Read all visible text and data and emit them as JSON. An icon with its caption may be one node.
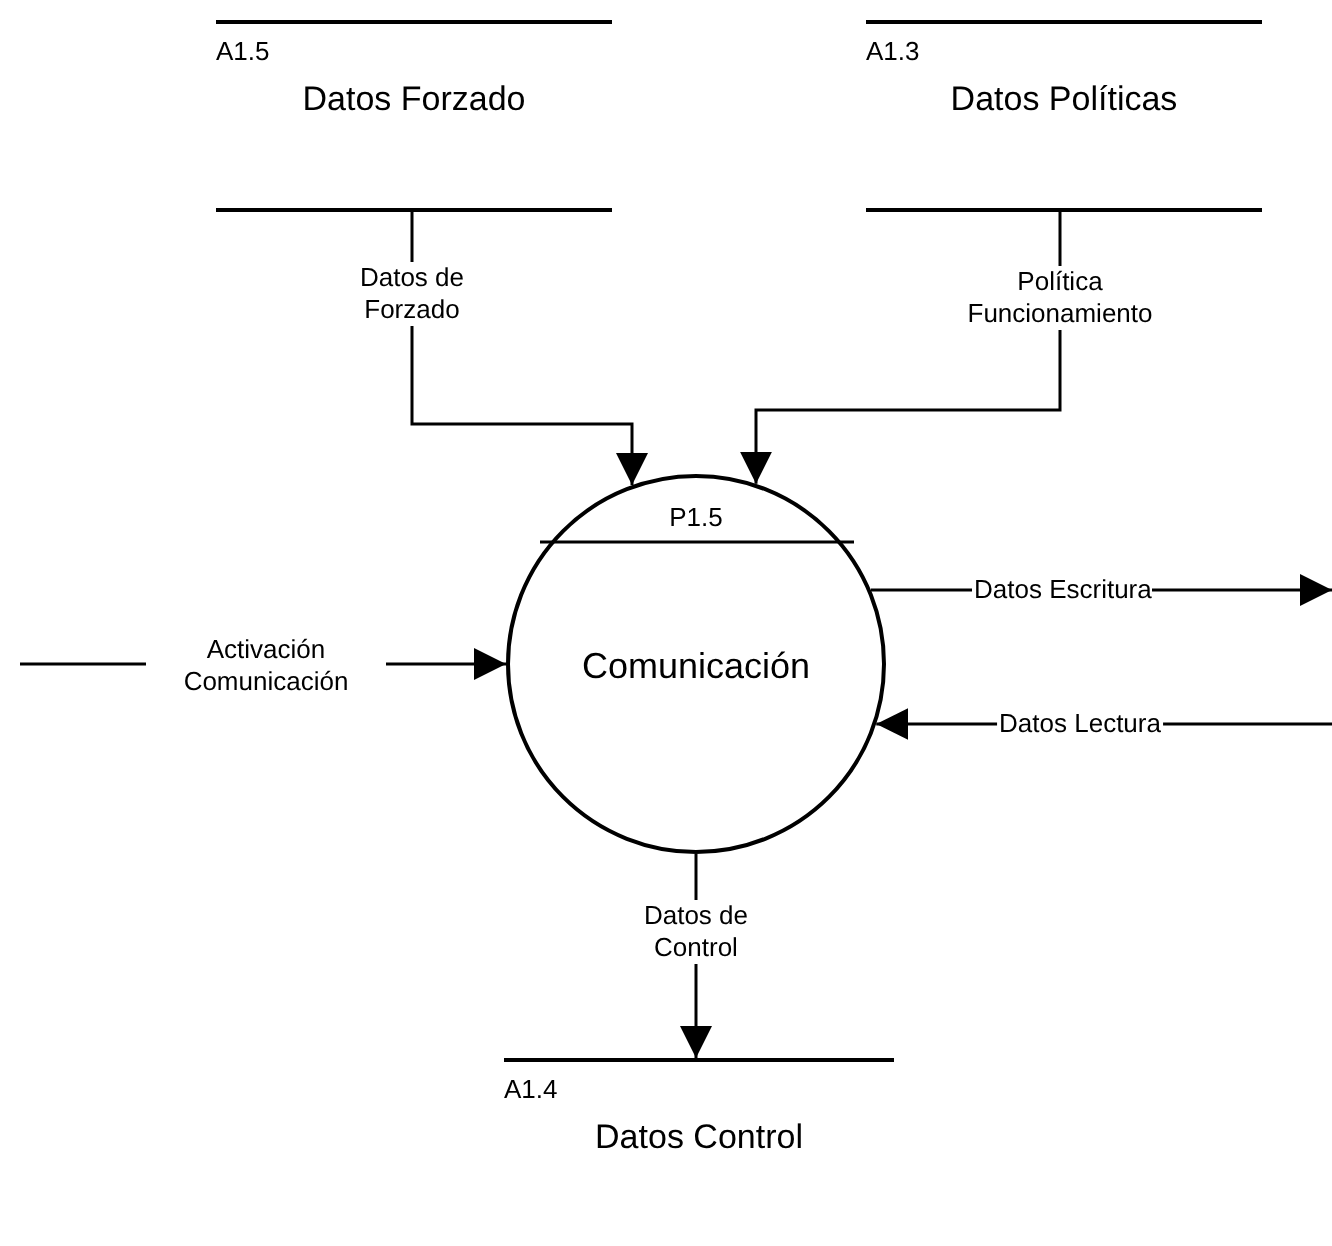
{
  "diagram": {
    "nodes": [
      {
        "text": [
          "A1.5",
          "Datos Forzado"
        ]
      },
      {
        "text": [
          "A1.3",
          "Datos Políticas"
        ]
      },
      {
        "text": [
          "P1.5",
          "Comunicación"
        ]
      },
      {
        "text": [
          "A1.4",
          "Datos Control"
        ]
      }
    ],
    "edges": [
      {
        "from": 0,
        "to": 2,
        "arrow": "to",
        "label": "Datos de Forzado"
      },
      {
        "from": 1,
        "to": 2,
        "arrow": "to",
        "label": "Política Funcionamiento"
      },
      {
        "from": null,
        "to": 2,
        "arrow": "to",
        "label": "Activación Comunicación"
      },
      {
        "from": 2,
        "to": null,
        "arrow": "to",
        "label": "Datos Escritura"
      },
      {
        "from": null,
        "to": 2,
        "arrow": "to",
        "label": "Datos Lectura"
      },
      {
        "from": 2,
        "to": 3,
        "arrow": "to",
        "label": "Datos de Control"
      }
    ]
  }
}
